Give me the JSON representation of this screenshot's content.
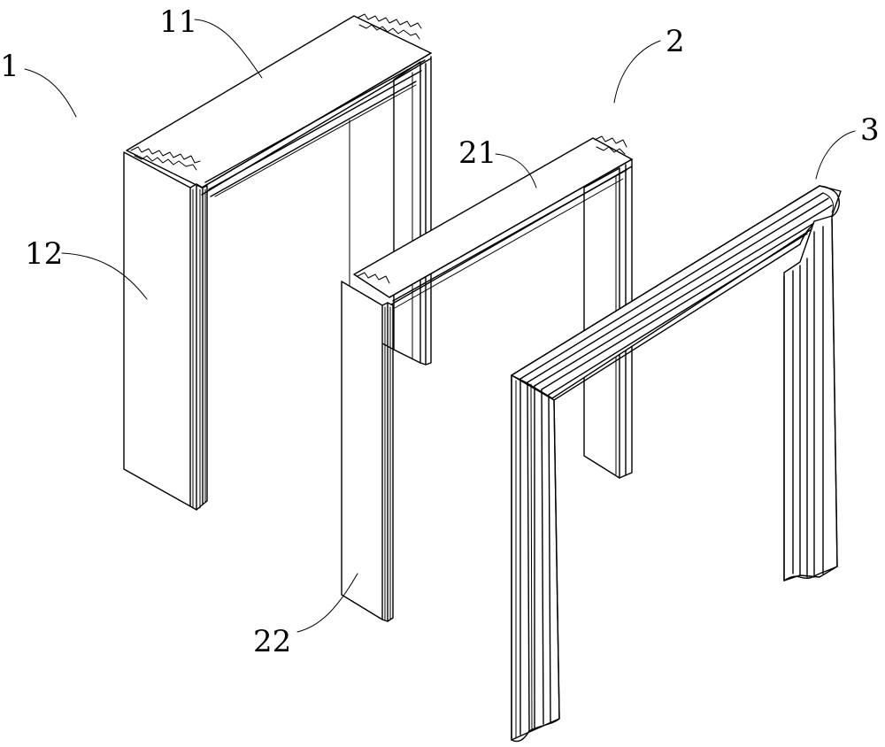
{
  "diagram": {
    "labels": {
      "frame_1": "1",
      "top_11": "11",
      "side_12": "12",
      "frame_2": "2",
      "top_21": "21",
      "side_22": "22",
      "frame_3": "3"
    }
  }
}
